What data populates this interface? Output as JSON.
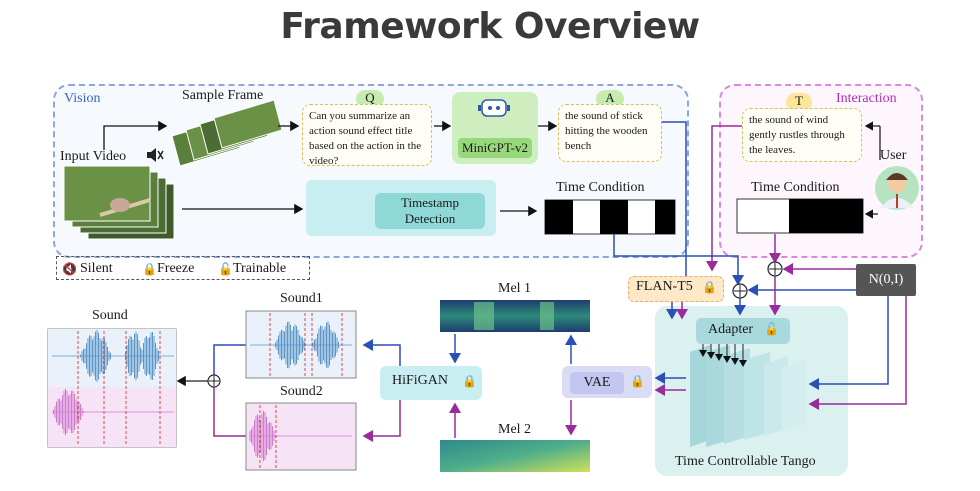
{
  "title": "Framework Overview",
  "vision": {
    "label": "Vision",
    "sample_frame": "Sample Frame",
    "input_video": "Input Video",
    "q_tag": "Q",
    "question": "Can you summarize  an action sound effect title based on the action in the video?",
    "minigpt": "MiniGPT-v2",
    "a_tag": "A",
    "answer": "the sound of stick hitting the wooden bench",
    "timestamp": "Timestamp Detection",
    "time_condition": "Time Condition"
  },
  "interaction": {
    "label": "Interaction",
    "t_tag": "T",
    "text": "the sound of wind gently rustles through the leaves.",
    "user": "User",
    "time_condition": "Time Condition"
  },
  "legend": {
    "silent": "Silent",
    "freeze": "Freeze",
    "trainable": "Trainable"
  },
  "pipeline": {
    "flan": "FLAN-T5",
    "noise": "N(0,I)",
    "adapter": "Adapter",
    "tango": "Time Controllable Tango",
    "vae": "VAE",
    "hifigan": "HiFiGAN",
    "mel1": "Mel 1",
    "mel2": "Mel 2",
    "sound": "Sound",
    "sound1": "Sound1",
    "sound2": "Sound2"
  },
  "colors": {
    "vision_border": "#8ea6d8",
    "interaction_border": "#d98ad9",
    "blue_arrow": "#2a4fb5",
    "purple_arrow": "#9a2b9a",
    "waveform_blue": "#5b96c8",
    "waveform_pink": "#d07ad0"
  }
}
